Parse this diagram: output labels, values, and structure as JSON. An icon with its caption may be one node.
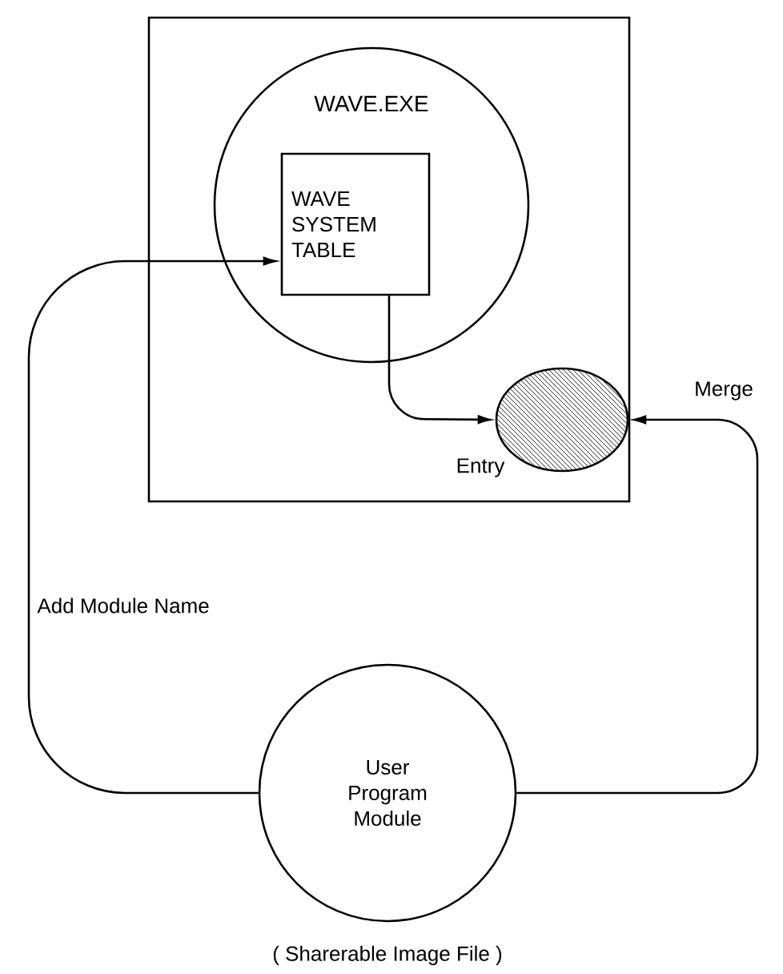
{
  "diagram": {
    "caption": "( Sharerable Image File )",
    "nodes": [
      {
        "text": [],
        "shape": "box"
      },
      {
        "text": [
          "WAVE.EXE"
        ],
        "in": 0
      },
      {
        "text": [
          "WAVE SYSTEM TABLE"
        ],
        "in": 1
      },
      {
        "text": [],
        "shape": "circle",
        "in": 0
      },
      {
        "text": [
          "User Program Module"
        ]
      }
    ],
    "edges": [
      {
        "from": 2,
        "to": 3,
        "arrow": "to",
        "label": "Entry"
      },
      {
        "from": 4,
        "to": 3,
        "arrow": "to",
        "label": "Merge"
      },
      {
        "from": 4,
        "to": 2,
        "arrow": "to",
        "label": "Add Module Name"
      }
    ]
  }
}
